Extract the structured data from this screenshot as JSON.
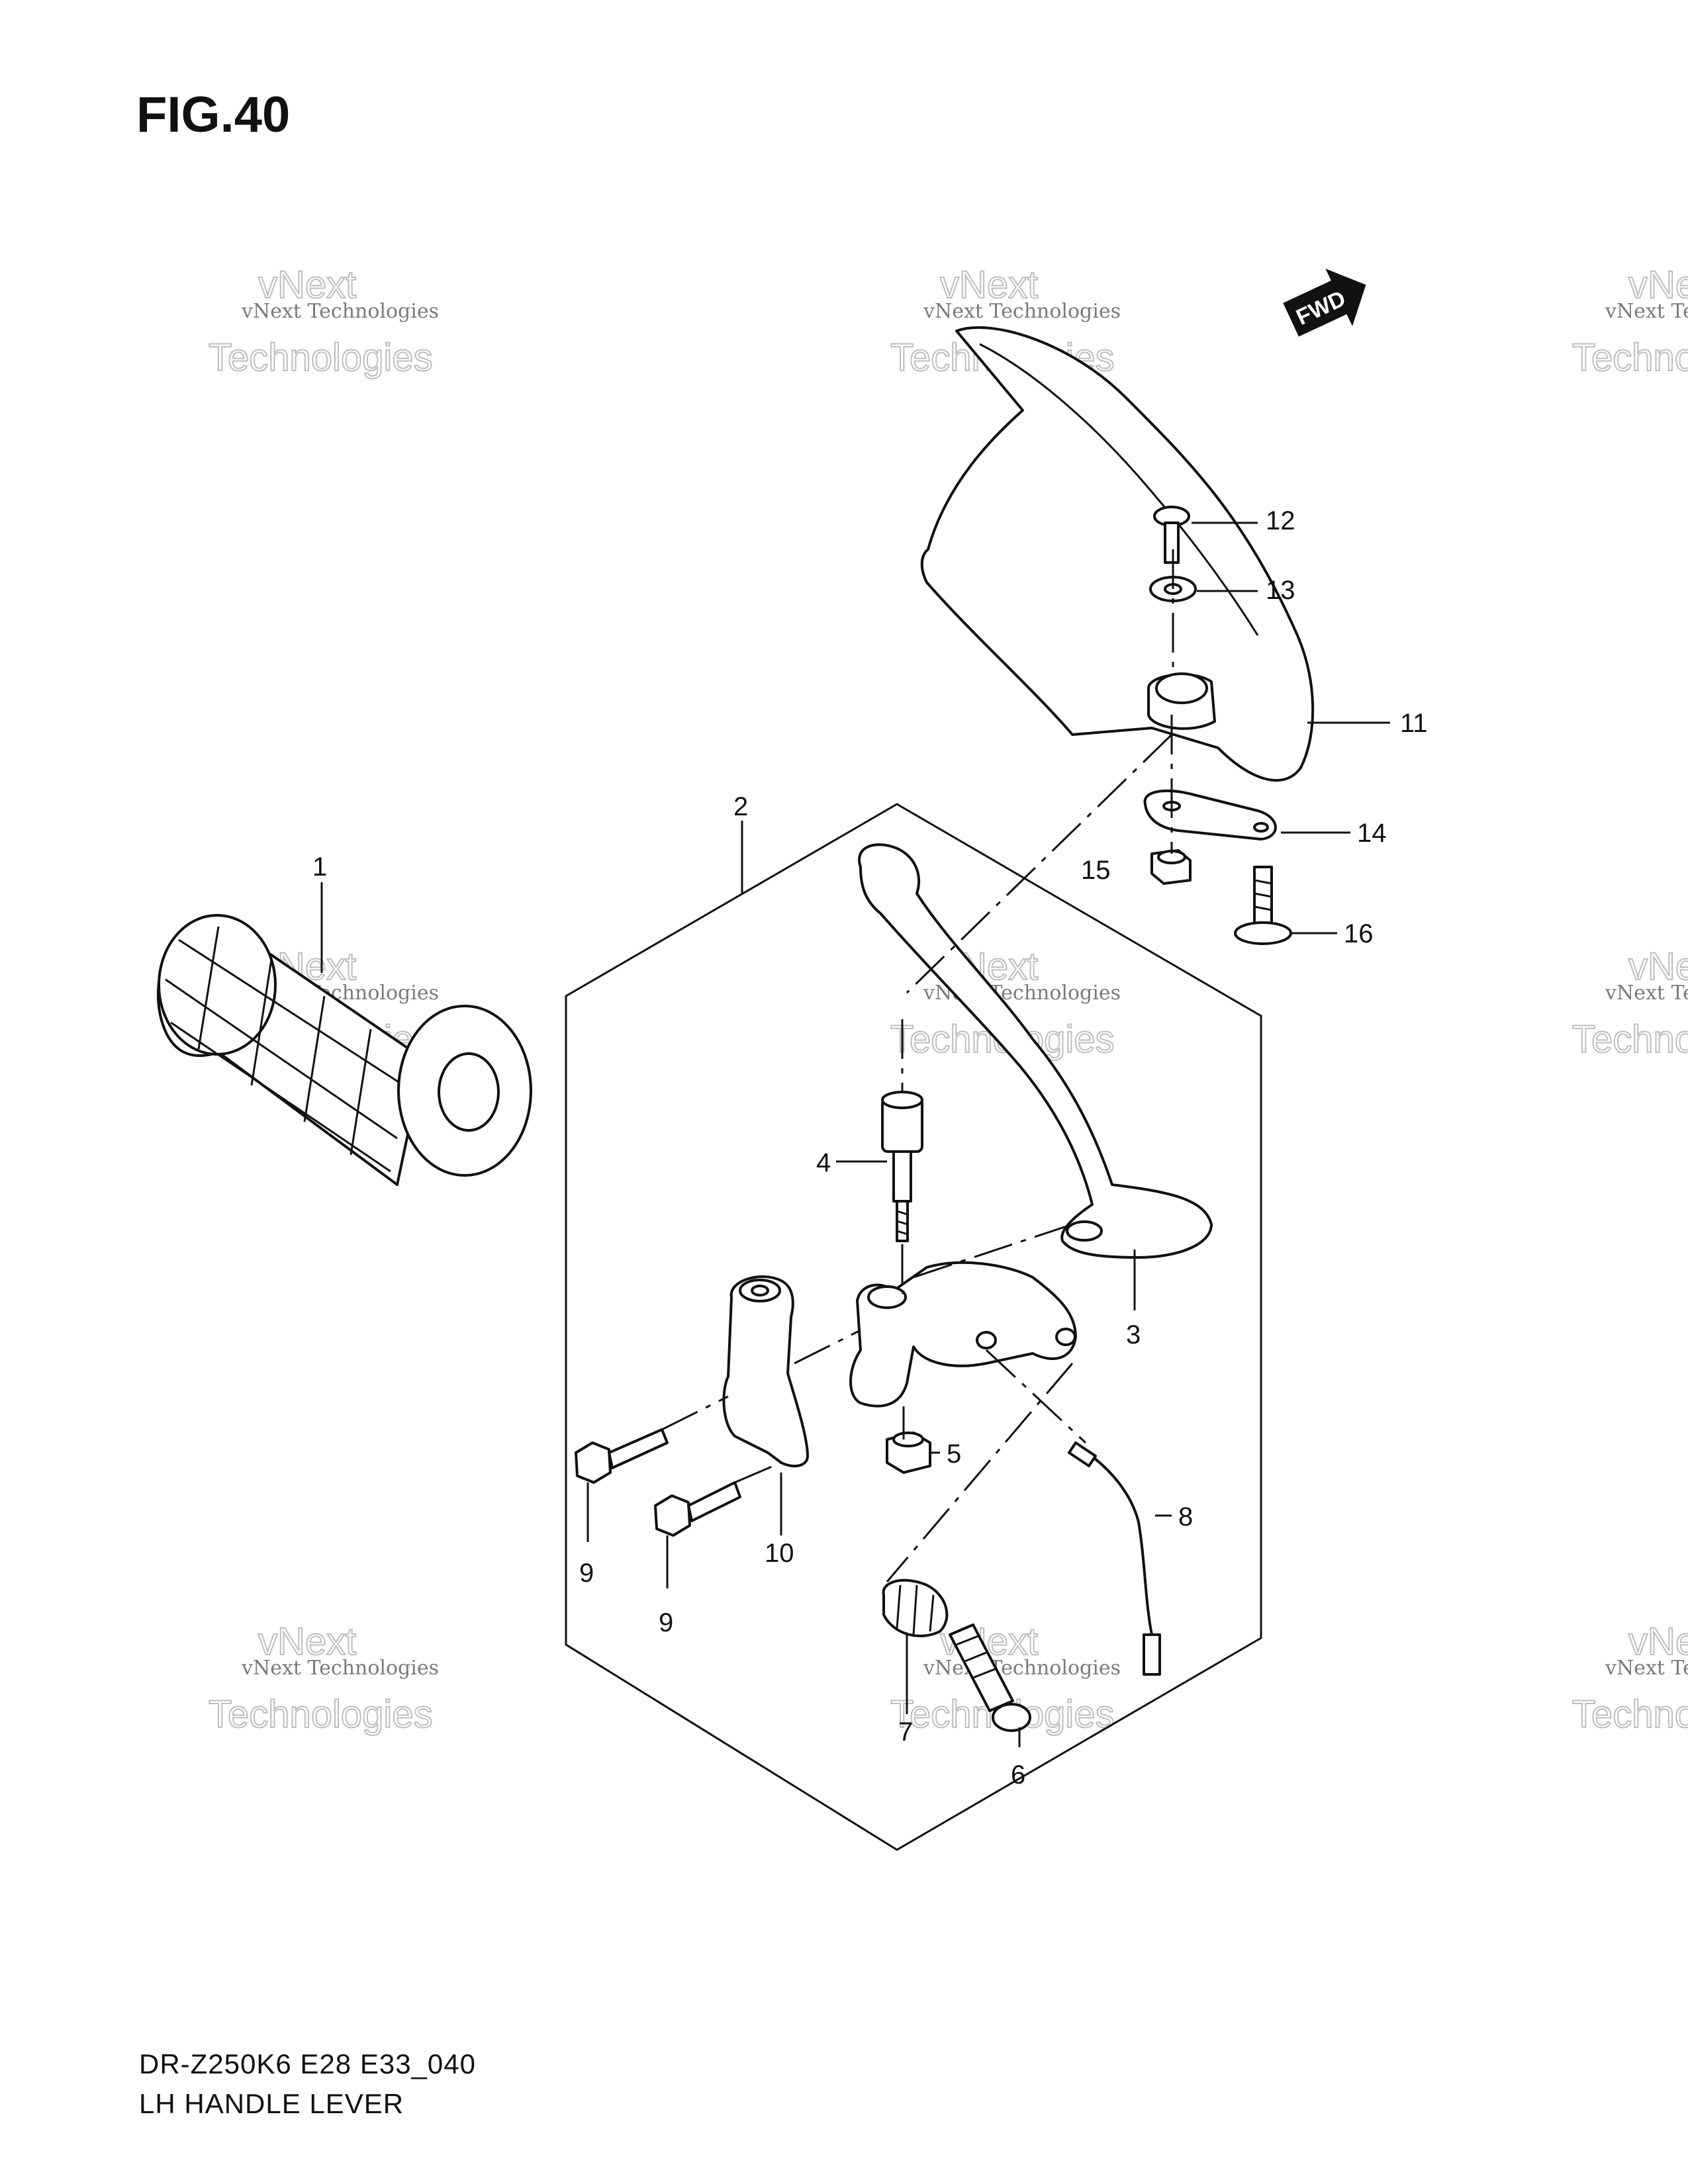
{
  "figure": {
    "title": "FIG.40",
    "model_code": "DR-Z250K6 E28 E33_040",
    "section_name": "LH HANDLE LEVER",
    "fwd_label": "FWD"
  },
  "watermark": {
    "line1": "vNext Technologies",
    "line2": "vNext",
    "line3": "Technologies"
  },
  "callouts": {
    "c1": "1",
    "c2": "2",
    "c3": "3",
    "c4": "4",
    "c5": "5",
    "c6": "6",
    "c7": "7",
    "c8": "8",
    "c9a": "9",
    "c9b": "9",
    "c10": "10",
    "c11": "11",
    "c12": "12",
    "c13": "13",
    "c14": "14",
    "c15": "15",
    "c16": "16"
  },
  "colors": {
    "ink": "#111111",
    "watermark": "#9a9a9a"
  }
}
